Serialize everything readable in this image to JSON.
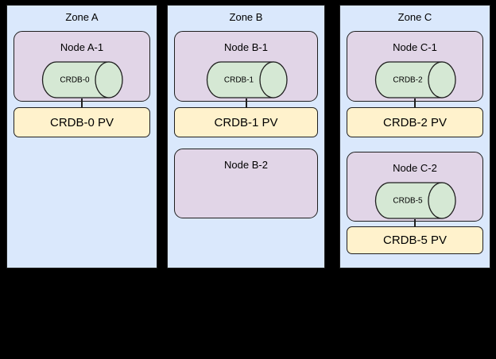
{
  "diagram": {
    "description": "Kubernetes zones with CockroachDB nodes and persistent volumes",
    "colors": {
      "background": "#000000",
      "zone_fill": "#dae8fc",
      "node_fill": "#e1d5e7",
      "db_fill": "#d5e8d4",
      "pv_fill": "#fff2cc",
      "stroke": "#1f1f1f"
    },
    "zones": [
      {
        "label": "Zone A",
        "nodes": [
          {
            "label": "Node A-1",
            "db": "CRDB-0",
            "pv": "CRDB-0 PV"
          }
        ]
      },
      {
        "label": "Zone B",
        "nodes": [
          {
            "label": "Node B-1",
            "db": "CRDB-1",
            "pv": "CRDB-1 PV"
          },
          {
            "label": "Node B-2"
          }
        ]
      },
      {
        "label": "Zone C",
        "nodes": [
          {
            "label": "Node C-1",
            "db": "CRDB-2",
            "pv": "CRDB-2 PV"
          },
          {
            "label": "Node C-2",
            "db": "CRDB-5",
            "pv": "CRDB-5 PV"
          }
        ]
      }
    ]
  }
}
